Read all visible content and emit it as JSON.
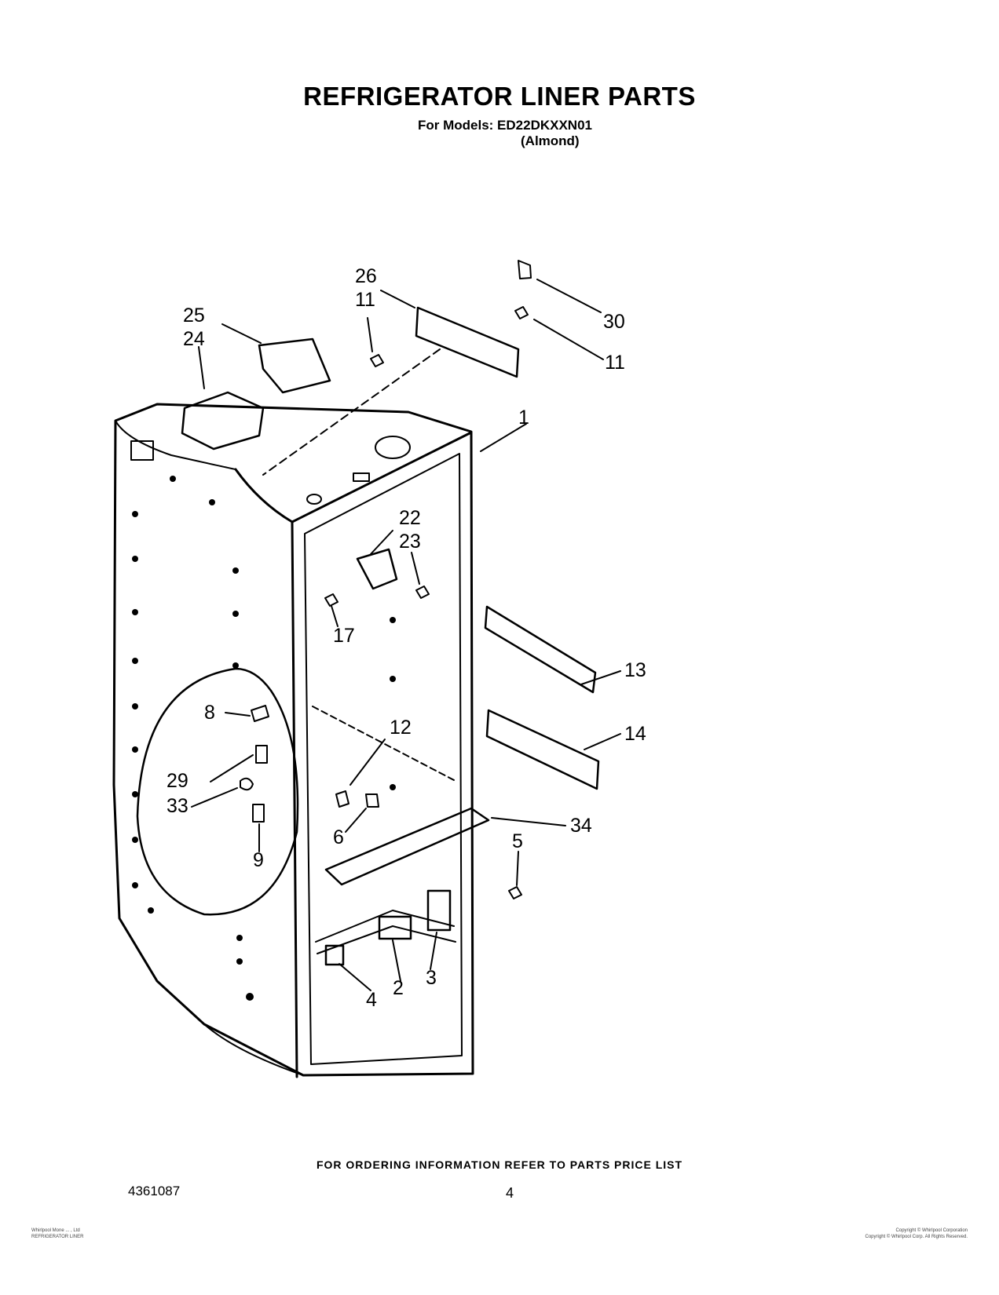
{
  "header": {
    "title": "REFRIGERATOR LINER PARTS",
    "models": "For Models: ED22DKXXN01",
    "color": "(Almond)"
  },
  "callouts": {
    "c1": "1",
    "c2": "2",
    "c3": "3",
    "c4": "4",
    "c5": "5",
    "c6": "6",
    "c8": "8",
    "c9": "9",
    "c11a": "11",
    "c11b": "11",
    "c12": "12",
    "c13": "13",
    "c14": "14",
    "c17": "17",
    "c22": "22",
    "c23": "23",
    "c24": "24",
    "c25": "25",
    "c26": "26",
    "c29": "29",
    "c30": "30",
    "c33": "33",
    "c34": "34"
  },
  "footer": {
    "ordering": "FOR ORDERING INFORMATION REFER TO PARTS PRICE LIST",
    "part_number": "4361087",
    "page": "4"
  },
  "fine_print": {
    "left_line1": "Whirlpool Mone ... , Ltd",
    "left_line2": "REFRIGERATOR LINER",
    "right_line1": "Copyright © Whirlpool Corporation",
    "right_line2": "Copyright © Whirlpool Corp. All Rights Reserved."
  }
}
